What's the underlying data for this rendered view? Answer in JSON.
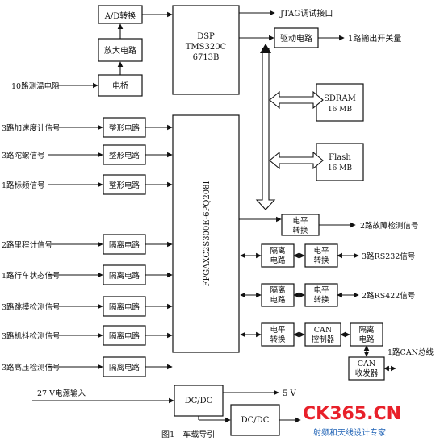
{
  "blocks": {
    "ad": "A/D转换",
    "amp": "放大电路",
    "bridge": "电桥",
    "dsp1": "DSP",
    "dsp2": "TMS320C",
    "dsp3": "6713B",
    "drive": "驱动电路",
    "sdram1": "SDRAM",
    "sdram2": "16 MB",
    "flash1": "Flash",
    "flash2": "16 MB",
    "fpga": "FPGAXC2S300E-6PQ208I",
    "shape": "整形电路",
    "iso": "隔离电路",
    "iso_a": "隔离",
    "iso_b": "电路",
    "level_a": "电平",
    "level_b": "转换",
    "can_a": "CAN",
    "can_b": "控制器",
    "can_c": "收发器",
    "dcdc": "DC/DC"
  },
  "signals": {
    "jtag": "JTAG调试接口",
    "out1": "1路输出开关量",
    "temp": "10路测温电阻",
    "accel": "3路加速度计信号",
    "gyro": "3路陀螺信号",
    "freq": "1路标频信号",
    "odo": "2路里程计信号",
    "state": "1路行车状态信号",
    "jump": "3路跳模检测信号",
    "shake": "3路机抖检测信号",
    "hv": "3路高压检测信号",
    "fault": "2路故障检测信号",
    "rs232": "3路RS232信号",
    "rs422": "2路RS422信号",
    "canbus": "1路CAN总线",
    "power": "27 V电源输入",
    "v5": "5 V"
  },
  "caption": "图1　车载导引",
  "watermark": {
    "logo": "CK365.CN",
    "sub": "射频和天线设计专家",
    "brand_color": "#e8202a",
    "accent_color": "#1a5fb4"
  }
}
